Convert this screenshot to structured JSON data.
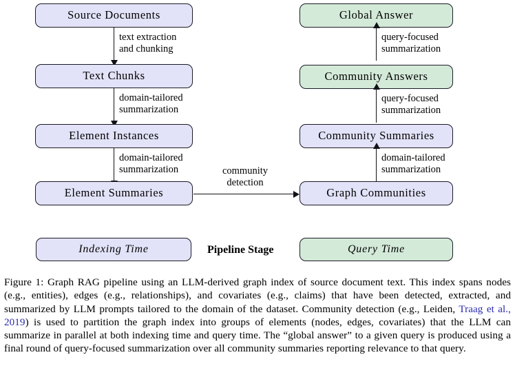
{
  "figure": {
    "colors": {
      "indexing_fill": "#e2e2f8",
      "query_fill": "#d4ead9",
      "stroke": "#1a1a24",
      "citation_link": "#2a2ab0"
    },
    "left_column": {
      "nodes": [
        {
          "label": "Source Documents"
        },
        {
          "label": "Text Chunks"
        },
        {
          "label": "Element Instances"
        },
        {
          "label": "Element Summaries"
        }
      ],
      "edges": [
        {
          "line1": "text extraction",
          "line2": "and chunking"
        },
        {
          "line1": "domain-tailored",
          "line2": "summarization"
        },
        {
          "line1": "domain-tailored",
          "line2": "summarization"
        }
      ]
    },
    "bridge_edge": {
      "line1": "community",
      "line2": "detection"
    },
    "right_column": {
      "nodes": [
        {
          "label": "Global Answer"
        },
        {
          "label": "Community Answers"
        },
        {
          "label": "Community Summaries"
        },
        {
          "label": "Graph Communities"
        }
      ],
      "edges": [
        {
          "line1": "query-focused",
          "line2": "summarization"
        },
        {
          "line1": "query-focused",
          "line2": "summarization"
        },
        {
          "line1": "domain-tailored",
          "line2": "summarization"
        }
      ]
    },
    "legend": {
      "left_label": "Indexing Time",
      "title": "Pipeline Stage",
      "right_label": "Query Time"
    }
  },
  "caption": {
    "part1": "Figure 1: Graph RAG pipeline using an LLM-derived graph index of source document text. This index spans nodes (e.g., entities), edges (e.g., relationships), and covariates (e.g., claims) that have been detected, extracted, and summarized by LLM prompts tailored to the domain of the dataset. Community detection (e.g., Leiden, ",
    "citation": "Traag et al., 2019",
    "part2": ") is used to partition the graph index into groups of elements (nodes, edges, covariates) that the LLM can summarize in parallel at both indexing time and query time. The “global answer” to a given query is produced using a final round of query-focused summarization over all community summaries reporting relevance to that query."
  }
}
